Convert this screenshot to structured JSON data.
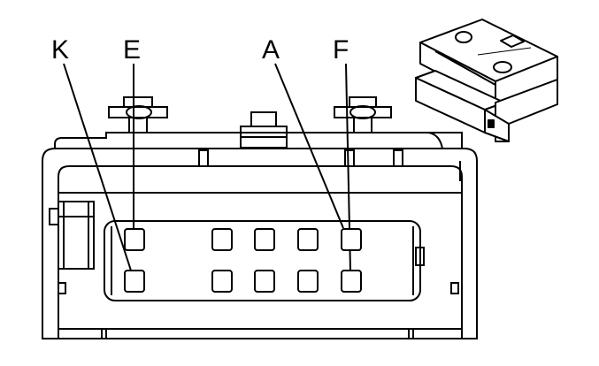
{
  "labels": {
    "k": "K",
    "e": "E",
    "a": "A",
    "f": "F"
  },
  "colors": {
    "line": "#000000",
    "background": "#ffffff",
    "shade": "#e6e6e6"
  }
}
